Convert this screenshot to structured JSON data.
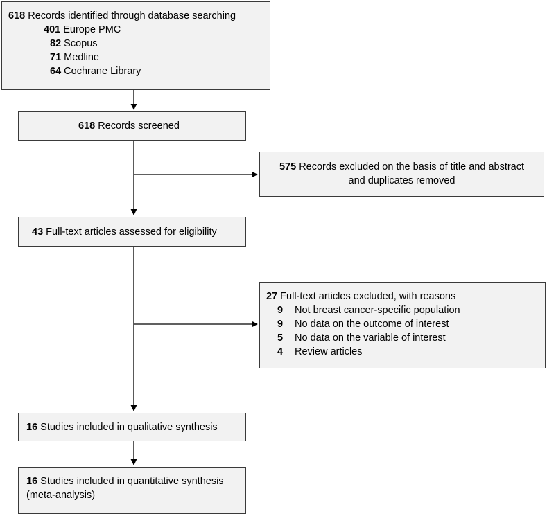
{
  "identified": {
    "count": "618",
    "label": "Records identified through database searching",
    "sources": [
      {
        "count": "401",
        "label": "Europe PMC"
      },
      {
        "count": "82",
        "label": "Scopus"
      },
      {
        "count": "71",
        "label": "Medline"
      },
      {
        "count": "64",
        "label": "Cochrane Library"
      }
    ]
  },
  "screened": {
    "count": "618",
    "label": "Records screened"
  },
  "excluded_title": {
    "count": "575",
    "line1": "Records excluded on the basis of title and abstract",
    "line2": "and duplicates removed"
  },
  "fulltext": {
    "count": "43",
    "label": "Full-text articles assessed for eligibility"
  },
  "excluded_fulltext": {
    "count": "27",
    "label": "Full-text articles excluded, with reasons",
    "reasons": [
      {
        "count": "9",
        "label": "Not breast cancer-specific population"
      },
      {
        "count": "9",
        "label": "No data on the outcome of interest"
      },
      {
        "count": "5",
        "label": "No data on the variable of interest"
      },
      {
        "count": "4",
        "label": "Review articles"
      }
    ]
  },
  "qualitative": {
    "count": "16",
    "label": "Studies included in qualitative synthesis"
  },
  "quantitative": {
    "count": "16",
    "line1": "Studies included in quantitative synthesis",
    "line2": "(meta-analysis)"
  }
}
